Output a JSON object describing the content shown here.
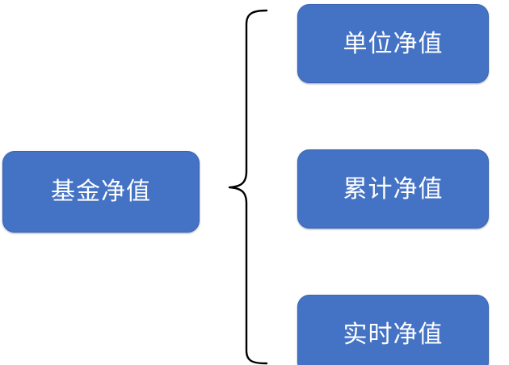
{
  "diagram": {
    "type": "bracket-hierarchy",
    "background_color": "#FFFFFF",
    "node_fill_color": "#4472C4",
    "node_text_color": "#FFFFFF",
    "connector_color": "#000000",
    "root": {
      "label": "基金净值"
    },
    "connector": {
      "name": "left-curly-brace",
      "orientation": "opens-right"
    },
    "children": [
      {
        "label": "单位净值"
      },
      {
        "label": "累计净值"
      },
      {
        "label": "实时净值"
      }
    ]
  }
}
